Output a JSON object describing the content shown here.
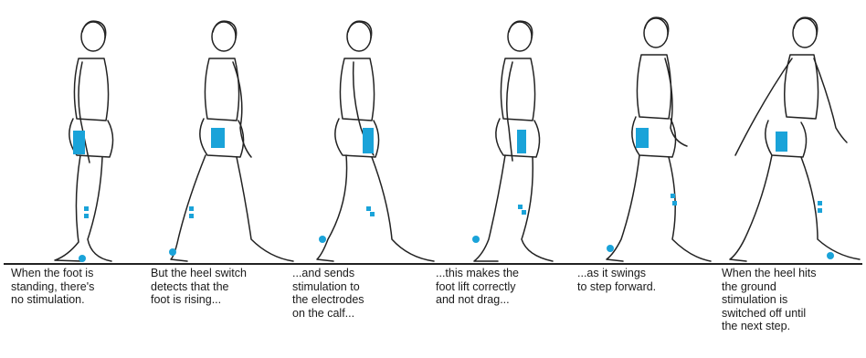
{
  "colors": {
    "electrode": "#1aa3d9",
    "outline": "#222222",
    "ground": "#222222"
  },
  "frames": [
    {
      "caption": "When the foot is\nstanding, there's\nno stimulation."
    },
    {
      "caption": "But the heel switch\ndetects that the\nfoot is rising..."
    },
    {
      "caption": "...and sends\nstimulation to\nthe electrodes\non the calf..."
    },
    {
      "caption": "...this makes the\nfoot lift correctly\nand not drag..."
    },
    {
      "caption": "...as it swings\nto step forward."
    },
    {
      "caption": "When the heel hits\nthe ground\nstimulation is\nswitched off until\nthe next step."
    }
  ]
}
